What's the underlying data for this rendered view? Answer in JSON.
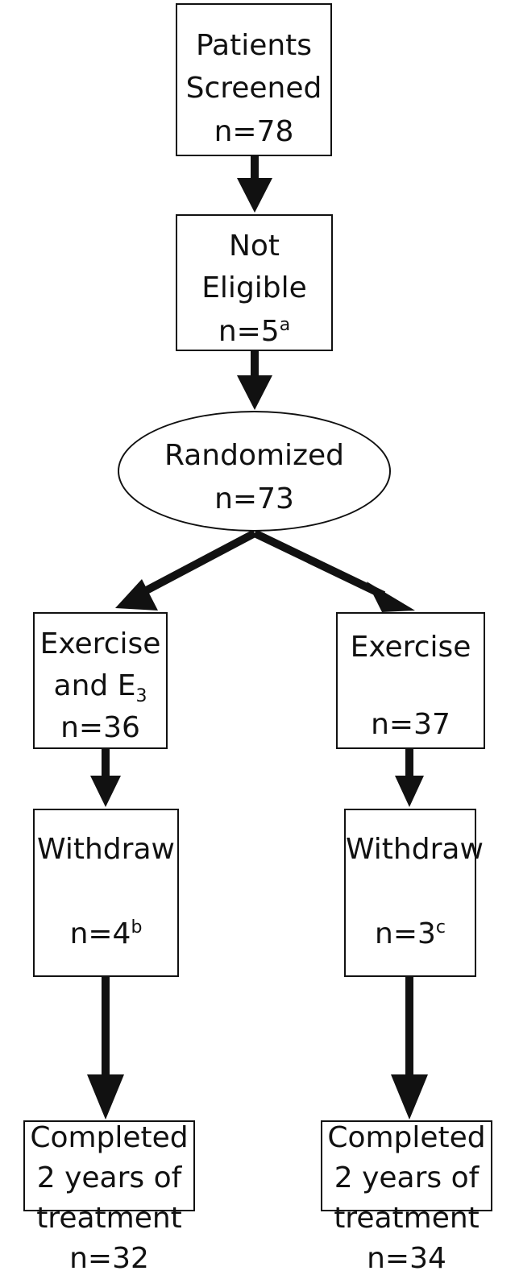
{
  "screened": {
    "line1": "Patients",
    "line2": "Screened",
    "n": "n=78"
  },
  "not_eligible": {
    "line1": "Not",
    "line2": "Eligible",
    "n": "n=5",
    "note": "a"
  },
  "randomized": {
    "label": "Randomized",
    "n": "n=73"
  },
  "arm_e3": {
    "group": {
      "line1": "Exercise",
      "line2": "and E",
      "sub": "3",
      "n": "n=36"
    },
    "withdraw": {
      "label": "Withdraw",
      "n": "n=4",
      "note": "b"
    },
    "completed": {
      "line1": "Completed",
      "line2": "2 years of",
      "line3": "treatment",
      "n": "n=32"
    }
  },
  "arm_ex": {
    "group": {
      "line1": "Exercise",
      "n": "n=37"
    },
    "withdraw": {
      "label": "Withdraw",
      "n": "n=3",
      "note": "c"
    },
    "completed": {
      "line1": "Completed",
      "line2": "2 years of",
      "line3": "treatment",
      "n": "n=34"
    }
  }
}
